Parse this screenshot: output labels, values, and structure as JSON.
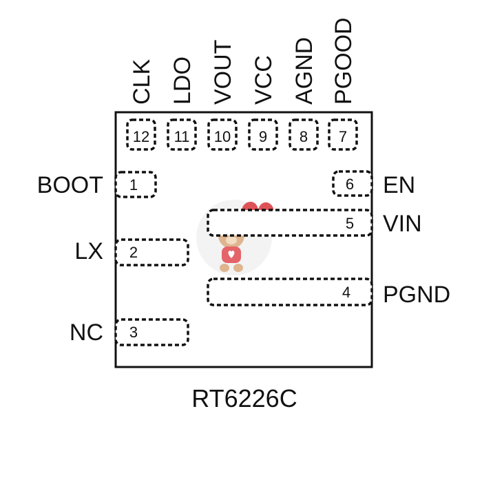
{
  "part_number": "RT6226C",
  "pins": [
    {
      "num": "1",
      "name": "BOOT"
    },
    {
      "num": "2",
      "name": "LX"
    },
    {
      "num": "3",
      "name": "NC"
    },
    {
      "num": "4",
      "name": "PGND"
    },
    {
      "num": "5",
      "name": "VIN"
    },
    {
      "num": "6",
      "name": "EN"
    },
    {
      "num": "7",
      "name": "PGOOD"
    },
    {
      "num": "8",
      "name": "AGND"
    },
    {
      "num": "9",
      "name": "VCC"
    },
    {
      "num": "10",
      "name": "VOUT"
    },
    {
      "num": "11",
      "name": "LDO"
    },
    {
      "num": "12",
      "name": "CLK"
    }
  ],
  "colors": {
    "ink": "#111111",
    "heart": "#d9343a",
    "bear": "#d9a97c"
  },
  "icons": {
    "watermark": "teddy-bear-heart-icon"
  }
}
